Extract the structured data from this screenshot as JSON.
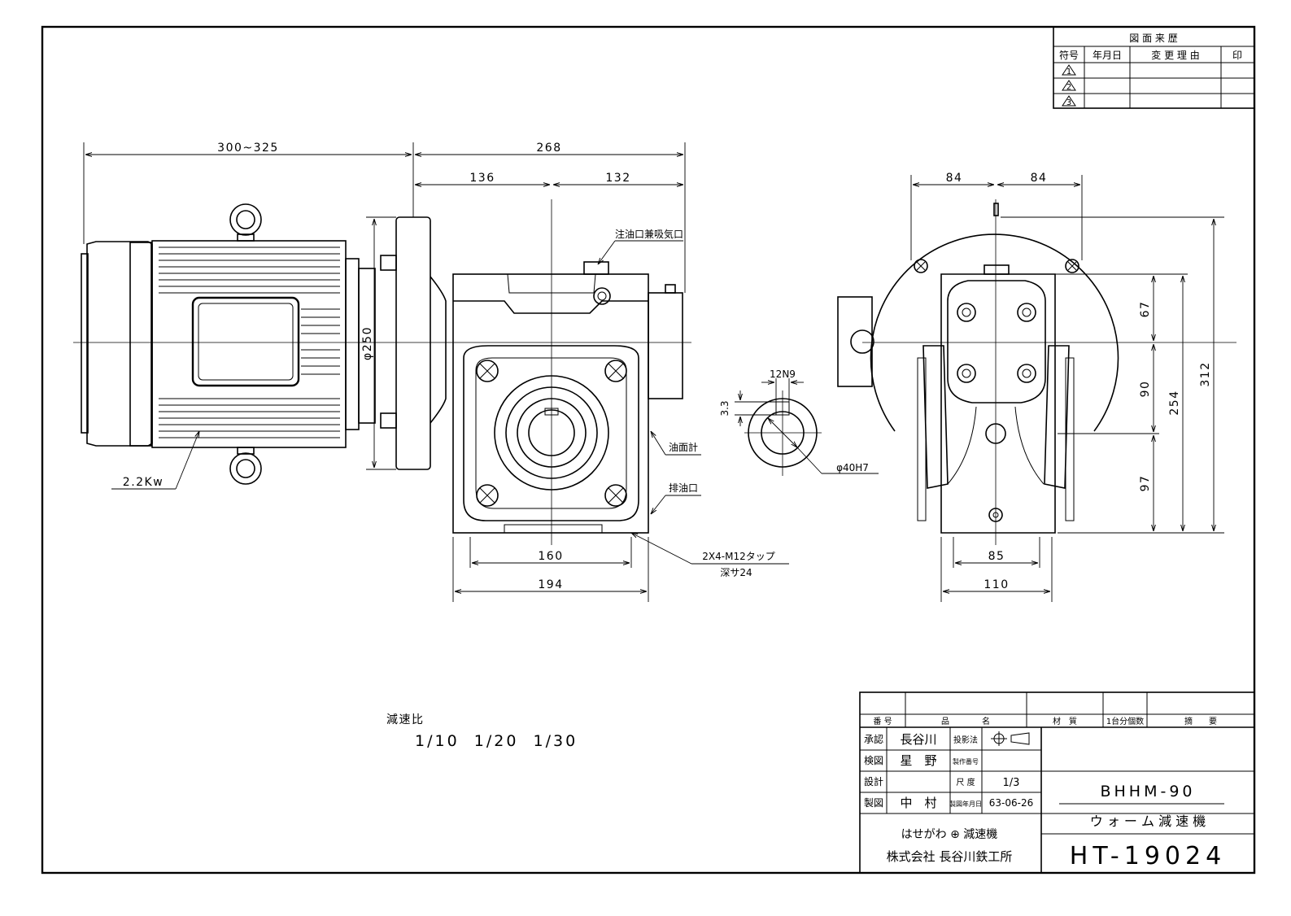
{
  "revision_table": {
    "title": "図 面 来 歴",
    "headers": [
      "符号",
      "年月日",
      "変 更 理 由",
      "印"
    ],
    "symbols": [
      "1",
      "2",
      "3"
    ]
  },
  "dimensions": {
    "motor_length": "300~325",
    "overall_268": "268",
    "left_136": "136",
    "right_132": "132",
    "flange_dia": "φ250",
    "motor_power": "2.2Kw",
    "base_160": "160",
    "base_194": "194",
    "tap_holes": "2X4-M12タップ",
    "tap_depth": "深サ24",
    "oil_inlet": "注油口兼吸気口",
    "oil_gauge": "油面計",
    "oil_drain": "排油口",
    "key_width": "12N9",
    "key_depth": "3.3",
    "shaft_bore": "φ40H7",
    "side_84_left": "84",
    "side_84_right": "84",
    "d67": "67",
    "d90": "90",
    "d97": "97",
    "d254": "254",
    "d312": "312",
    "d85": "85",
    "d110": "110"
  },
  "ratio": {
    "label": "減速比",
    "values": "1/10  1/20  1/30"
  },
  "title_block": {
    "col_number": "番 号",
    "col_name": "品　　　　名",
    "col_material": "材　質",
    "col_qty": "1台分個数",
    "col_remarks": "摘　　要",
    "approve_label": "承認",
    "approve_name": "長谷川",
    "check_label": "検図",
    "check_name": "星　野",
    "design_label": "設計",
    "design_name": "",
    "draw_label": "製図",
    "draw_name": "中　村",
    "projection_label": "投影法",
    "product_no_label": "製作番号",
    "scale_label": "尺 度",
    "scale_value": "1/3",
    "date_label": "製図年月日",
    "date_value": "63-06-26",
    "brand": "はせがわ ⊕ 減速機",
    "company": "株式会社 長谷川鉄工所",
    "model": "BHHM-90",
    "product_name": "ウ ォ ー ム 減 速 機",
    "drawing_no": "HT-19024"
  }
}
